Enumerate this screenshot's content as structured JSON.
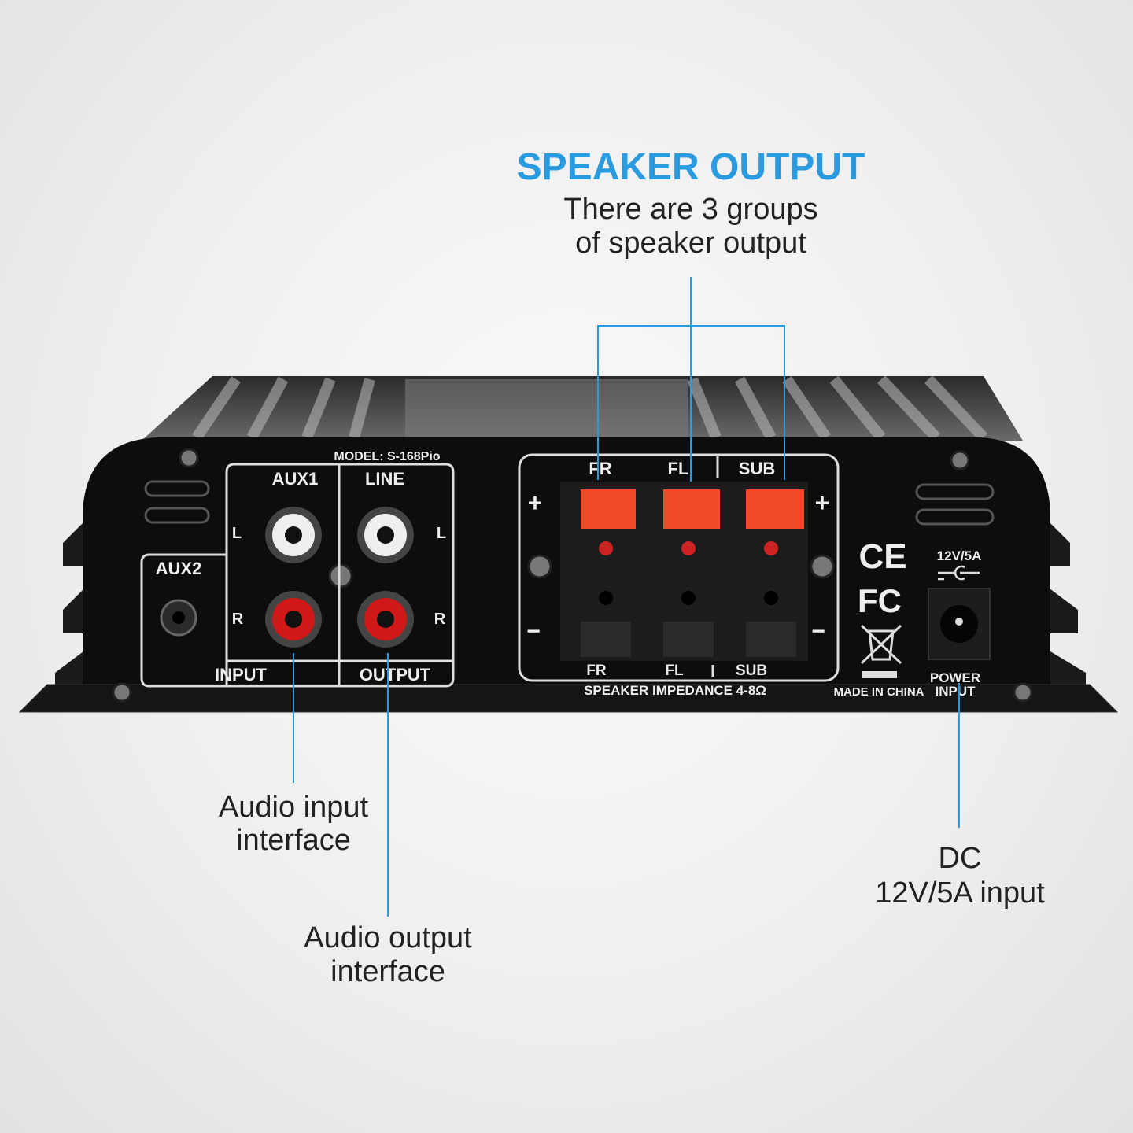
{
  "colors": {
    "accent": "#2b9be0",
    "panel": "#0d0d0d",
    "terminal_red": "#f04a2a",
    "rca_red": "#d01818"
  },
  "callouts": {
    "speaker": {
      "title": "SPEAKER OUTPUT",
      "line1": "There are 3 groups",
      "line2": "of speaker output"
    },
    "input": {
      "line1": "Audio input",
      "line2": "interface"
    },
    "output": {
      "line1": "Audio output",
      "line2": "interface"
    },
    "dc": {
      "line1": "DC",
      "line2": "12V/5A input"
    }
  },
  "panel": {
    "model": "MODEL: S-168Pio",
    "aux1": "AUX1",
    "line": "LINE",
    "aux2": "AUX2",
    "l": "L",
    "r": "R",
    "input": "INPUT",
    "output": "OUTPUT",
    "speaker_top": [
      "FR",
      "FL",
      "SUB"
    ],
    "speaker_bottom": [
      "FR",
      "FL",
      "SUB"
    ],
    "plus": "+",
    "minus": "−",
    "impedance": "SPEAKER IMPEDANCE 4-8Ω",
    "ce": "CE",
    "fc": "FC",
    "made_in": "MADE IN CHINA",
    "rating": "12V/5A",
    "power1": "POWER",
    "power2": "INPUT"
  }
}
